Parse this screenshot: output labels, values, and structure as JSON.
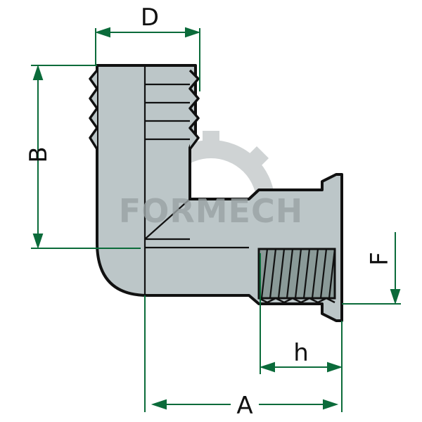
{
  "diagram": {
    "labels": {
      "D": "D",
      "B": "B",
      "F": "F",
      "h": "h",
      "A": "A"
    },
    "watermark": {
      "text": "FORMECH"
    },
    "colors": {
      "body_fill": "#bcc6c8",
      "body_stroke": "#111111",
      "thread_fill": "#8a9a98",
      "dimension": "#0b6b3a",
      "watermark": "#9aa2a4"
    }
  }
}
